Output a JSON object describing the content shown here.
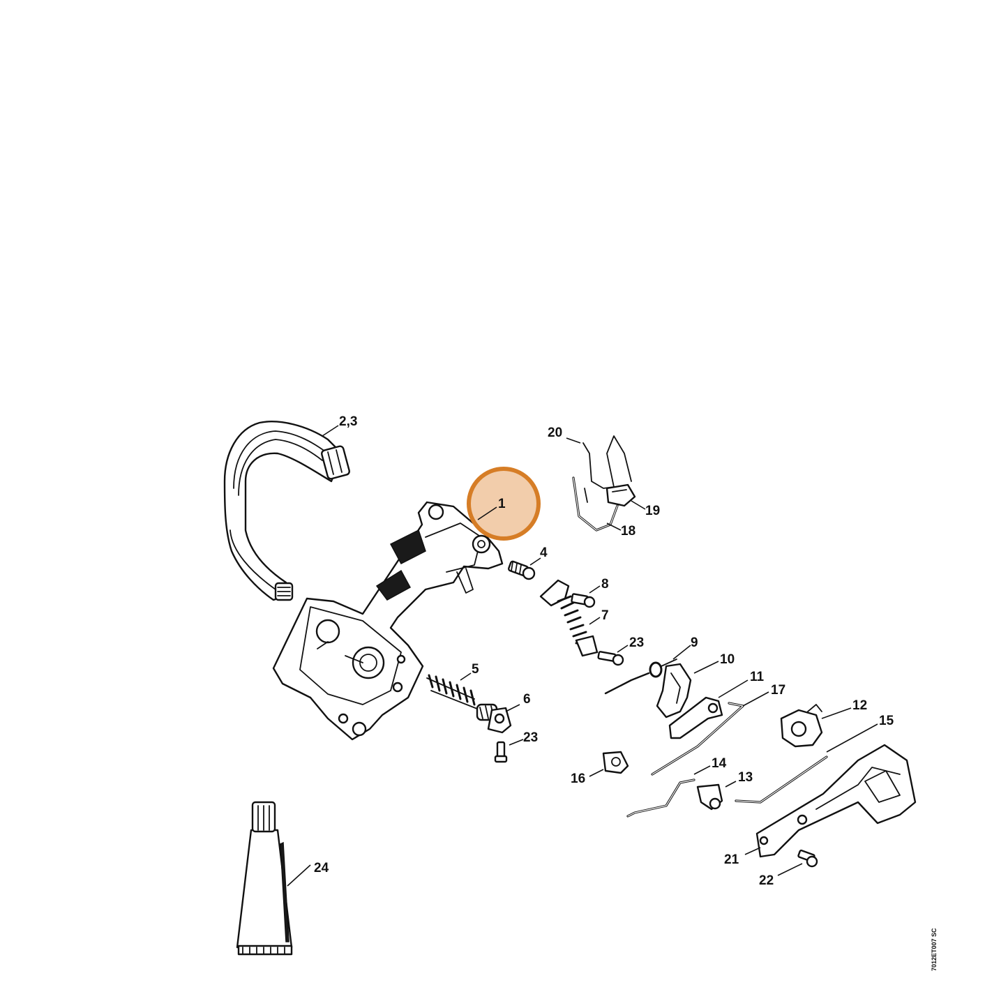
{
  "callouts": {
    "c1": "1",
    "c23a": "2,3",
    "c4": "4",
    "c5": "5",
    "c6": "6",
    "c7": "7",
    "c8": "8",
    "c9": "9",
    "c10": "10",
    "c11": "11",
    "c12": "12",
    "c13": "13",
    "c14": "14",
    "c15": "15",
    "c16": "16",
    "c17": "17",
    "c18": "18",
    "c19": "19",
    "c20": "20",
    "c21": "21",
    "c22": "22",
    "c23b": "23",
    "c23c": "23",
    "c24": "24"
  },
  "drawing_code": "7012ET007 SC",
  "highlight": {
    "part": "1",
    "color": "#d67d26",
    "fill": "#f0c49c"
  }
}
